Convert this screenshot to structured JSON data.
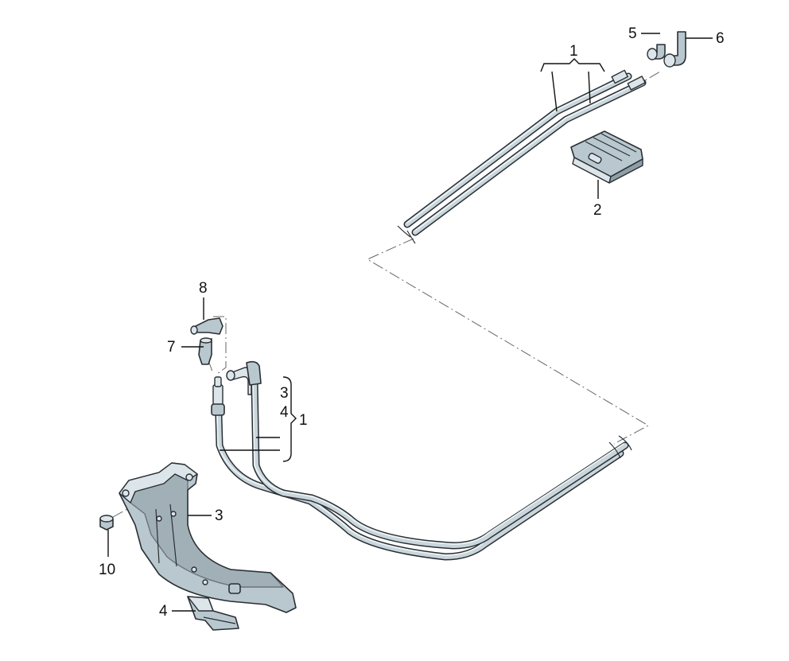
{
  "callouts": {
    "c1_top": "1",
    "c2": "2",
    "c3_right": "3",
    "c4_right": "4",
    "c1_right": "1",
    "c5": "5",
    "c6": "6",
    "c7": "7",
    "c8": "8",
    "c3_bottom": "3",
    "c4_bottom": "4",
    "c10": "10"
  },
  "colors": {
    "part_fill": "#b9c7ce",
    "outline": "#2a2f33",
    "background": "#ffffff"
  }
}
